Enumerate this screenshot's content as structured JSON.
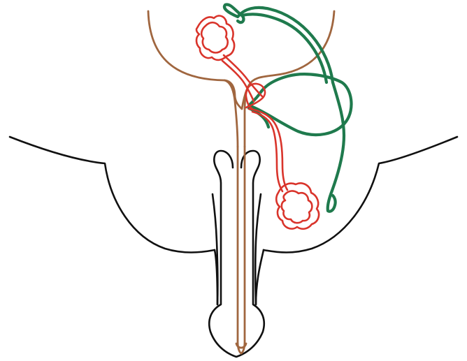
{
  "diagram": {
    "colors": {
      "outline": "#111111",
      "urinary_tract": "#A0663F",
      "gonads_and_ducts": "#D9342B",
      "accessory_glands": "#1F7A4D",
      "background": "#FFFFFF"
    },
    "parts": [
      {
        "id": "body-outline",
        "color_key": "outline"
      },
      {
        "id": "penis-outline",
        "color_key": "outline"
      },
      {
        "id": "bladder-outline",
        "color_key": "urinary_tract"
      },
      {
        "id": "urethra",
        "color_key": "urinary_tract"
      },
      {
        "id": "upper-gonad",
        "color_key": "gonads_and_ducts"
      },
      {
        "id": "lower-gonad",
        "color_key": "gonads_and_ducts"
      },
      {
        "id": "gland-loop",
        "color_key": "accessory_glands"
      }
    ]
  }
}
